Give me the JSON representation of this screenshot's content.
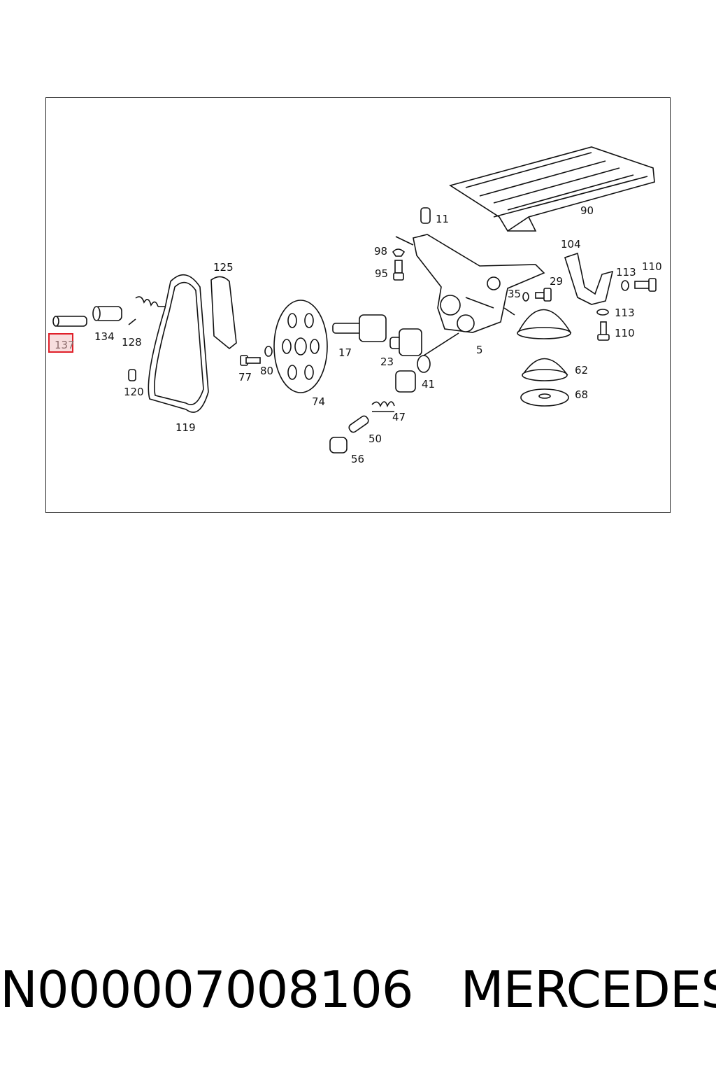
{
  "diagram": {
    "labels": {
      "p90": "90",
      "p11": "11",
      "p98": "98",
      "p95": "95",
      "p104": "104",
      "p113a": "113",
      "p110a": "110",
      "p29": "29",
      "p35": "35",
      "p113b": "113",
      "p110b": "110",
      "p125": "125",
      "p134": "134",
      "p128": "128",
      "p137": "137",
      "p120": "120",
      "p119": "119",
      "p77": "77",
      "p80": "80",
      "p74": "74",
      "p17": "17",
      "p23": "23",
      "p5": "5",
      "p62": "62",
      "p68": "68",
      "p41": "41",
      "p47": "47",
      "p50": "50",
      "p56": "56"
    },
    "highlight_color": "#e0202a"
  },
  "footer": {
    "part_number": "N000007008106",
    "brand": "MERCEDES"
  }
}
